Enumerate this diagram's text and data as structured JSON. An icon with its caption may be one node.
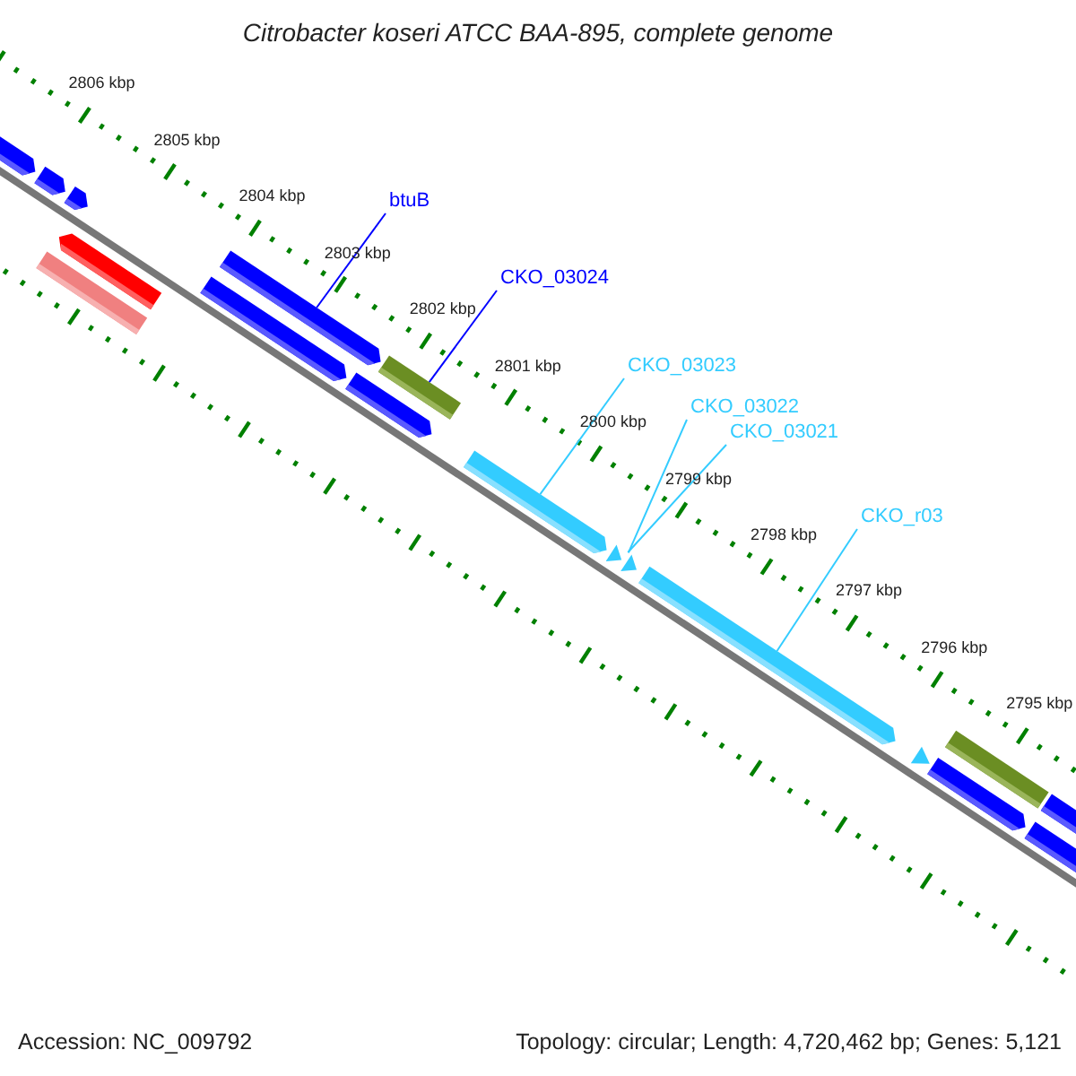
{
  "diagram": {
    "title": "Citrobacter koseri ATCC BAA-895, complete genome",
    "nodes": [
      {
        "text": [
          "btuB"
        ]
      },
      {
        "text": [
          "CKO_03024"
        ]
      },
      {
        "text": [
          "CKO_03023"
        ]
      },
      {
        "text": [
          "CKO_03022"
        ]
      },
      {
        "text": [
          "CKO_03021"
        ]
      },
      {
        "text": [
          "CKO_r03"
        ]
      },
      {
        "text": [],
        "shape": "bar"
      },
      {
        "text": [],
        "shape": "bar"
      },
      {
        "text": [],
        "shape": "bar"
      },
      {
        "text": [],
        "shape": "triangle"
      },
      {
        "text": [],
        "shape": "triangle"
      },
      {
        "text": [],
        "shape": "bar"
      },
      {
        "text": [],
        "shape": "bar"
      },
      {
        "text": [],
        "shape": "bar"
      },
      {
        "text": [],
        "shape": "bar"
      },
      {
        "text": [],
        "shape": "bar"
      },
      {
        "text": [],
        "shape": "bar"
      },
      {
        "text": [],
        "shape": "bar"
      },
      {
        "text": [],
        "shape": "bar"
      },
      {
        "text": [],
        "shape": "triangle"
      },
      {
        "text": [],
        "shape": "bar"
      },
      {
        "text": [],
        "shape": "bar"
      },
      {
        "text": [],
        "shape": "bar"
      },
      {
        "text": [],
        "shape": "bar"
      }
    ],
    "edges": [
      {
        "from": 0,
        "to": 6,
        "arrow": "none",
        "color": "#0000ff"
      },
      {
        "from": 1,
        "to": 7,
        "arrow": "none",
        "color": "#0000ff"
      },
      {
        "from": 2,
        "to": 8,
        "arrow": "none"
      },
      {
        "from": 3,
        "to": 9,
        "arrow": "none"
      },
      {
        "from": 4,
        "to": 10,
        "arrow": "none"
      },
      {
        "from": 5,
        "to": 11,
        "arrow": "none"
      }
    ],
    "labels": [
      "2806 kbp",
      "2805 kbp",
      "2804 kbp",
      "2803 kbp",
      "2802 kbp",
      "2801 kbp",
      "2800 kbp",
      "2799 kbp",
      "2798 kbp",
      "2797 kbp",
      "2796 kbp",
      "2795 kbp",
      "Accession: NC_009792",
      "Topology: circular; Length: 4,720,462 bp; Genes: 5,121"
    ]
  }
}
